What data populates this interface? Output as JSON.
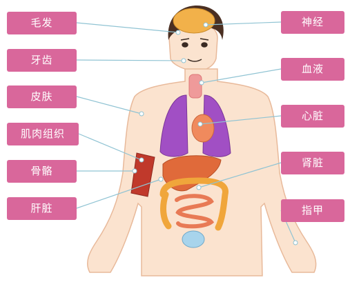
{
  "colors": {
    "label_bg": "#d9679b",
    "leader_line": "#8fc3d3",
    "skin": "#fbe3cf",
    "skin_outline": "#e8b99a",
    "hair": "#4a2f22",
    "brain": "#f2b14a",
    "lungs": "#a14fc4",
    "heart": "#f08a5d",
    "liver": "#e06a3a",
    "colon": "#f0a63b",
    "intestine": "#e87a55",
    "bladder": "#a8d4ec",
    "muscle": "#c0392b",
    "trachea": "#ef9a9a"
  },
  "labels": {
    "left": [
      {
        "id": "hair",
        "text": "毛发"
      },
      {
        "id": "teeth",
        "text": "牙齿"
      },
      {
        "id": "skin",
        "text": "皮肤"
      },
      {
        "id": "muscle_tissue",
        "text": "肌肉组织"
      },
      {
        "id": "bone",
        "text": "骨骼"
      },
      {
        "id": "liver",
        "text": "肝脏"
      }
    ],
    "right": [
      {
        "id": "nerves",
        "text": "神经"
      },
      {
        "id": "blood",
        "text": "血液"
      },
      {
        "id": "heart",
        "text": "心脏"
      },
      {
        "id": "kidney",
        "text": "肾脏"
      },
      {
        "id": "fingernail",
        "text": "指甲"
      }
    ]
  }
}
